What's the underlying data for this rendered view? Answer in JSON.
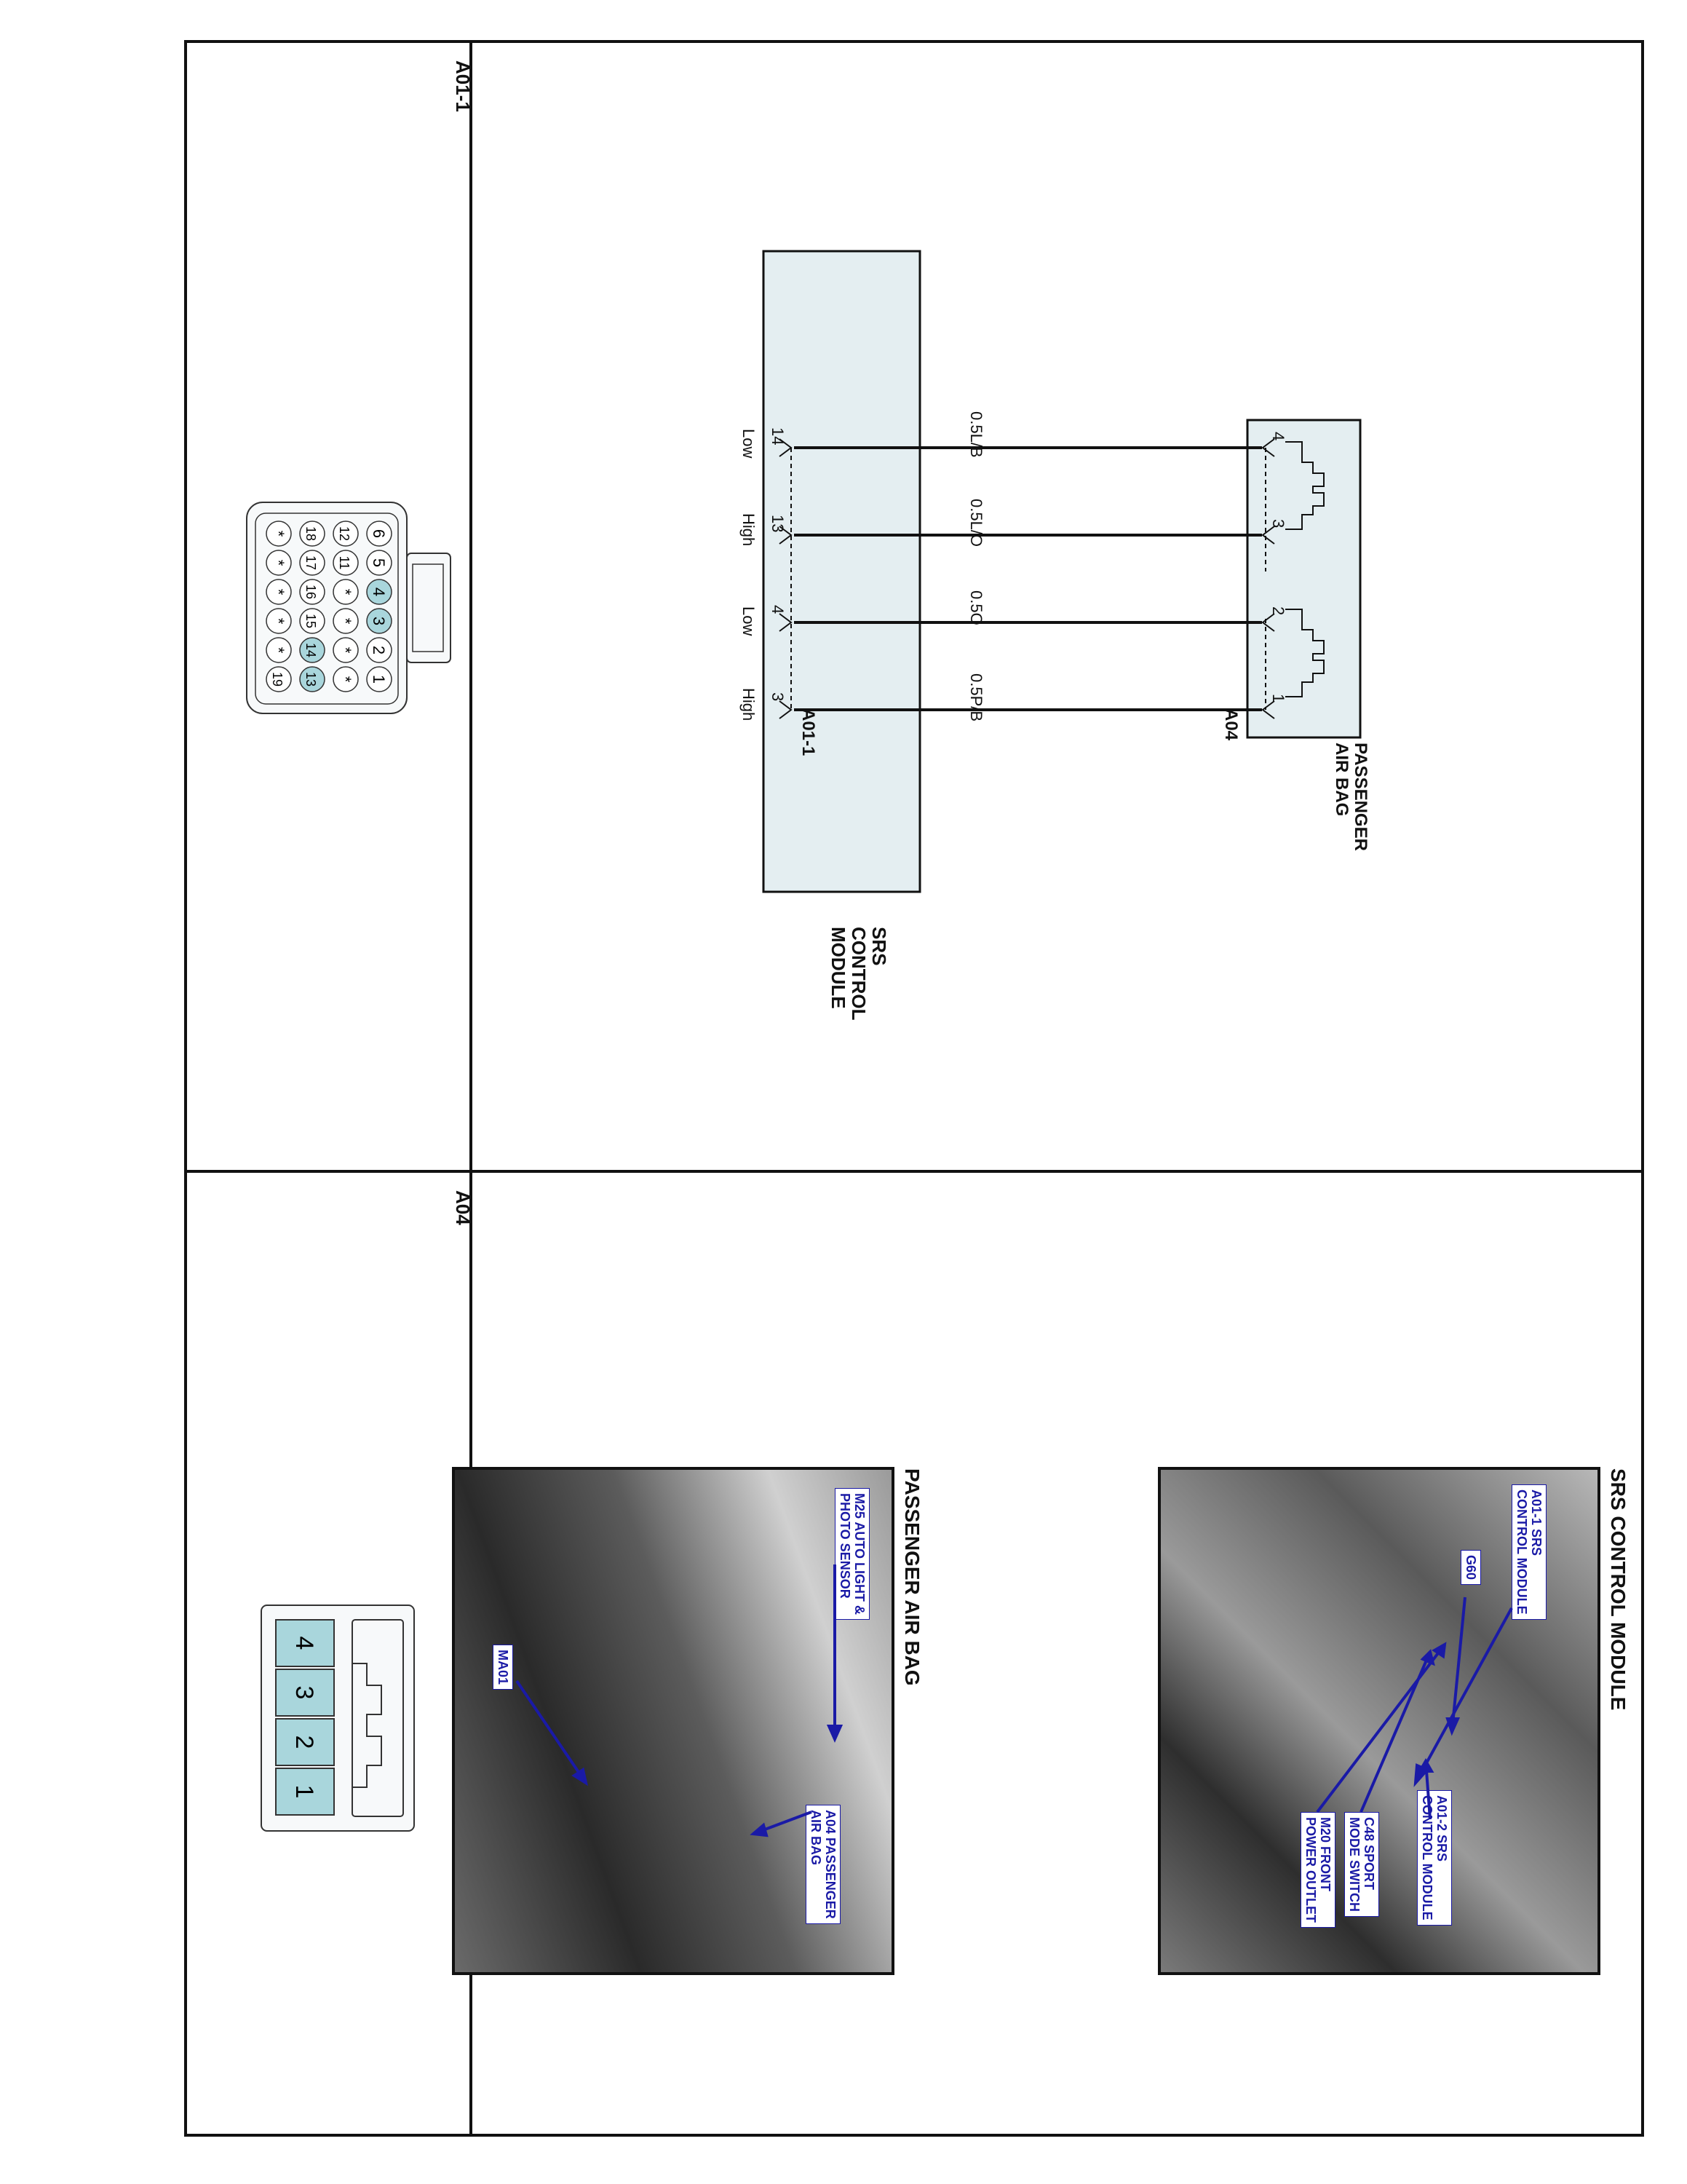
{
  "connectors": [
    {
      "id": "A01-1"
    },
    {
      "id": "A04"
    }
  ],
  "schematic": {
    "passenger_air_bag": {
      "name": "PASSENGER\nAIR BAG",
      "connector": "A04",
      "pins": [
        "4",
        "3",
        "2",
        "1"
      ]
    },
    "srs_module": {
      "name": "SRS\nCONTROL\nMODULE",
      "connector": "A01-1",
      "pins": [
        "14",
        "13",
        "4",
        "3"
      ]
    },
    "wires": [
      {
        "color": "0.5L/B",
        "level": "Low"
      },
      {
        "color": "0.5L/O",
        "level": "High"
      },
      {
        "color": "0.5O",
        "level": "Low"
      },
      {
        "color": "0.5P/B",
        "level": "High"
      }
    ]
  },
  "a01_face": {
    "row1": [
      "6",
      "5",
      "4",
      "3",
      "2",
      "1"
    ],
    "row2": [
      "12",
      "11",
      "*",
      "*",
      "*",
      "*"
    ],
    "row3": [
      "18",
      "17",
      "16",
      "15",
      "14",
      "13"
    ],
    "row4": [
      "*",
      "*",
      "*",
      "*",
      "*",
      "19"
    ],
    "highlight": [
      "4",
      "3",
      "14",
      "13"
    ]
  },
  "a04_face": {
    "pins": [
      "4",
      "3",
      "2",
      "1"
    ]
  },
  "photos": {
    "srs": {
      "title": "SRS CONTROL MODULE",
      "callouts": [
        "A01-1 SRS\nCONTROL MODULE",
        "G60",
        "A01-2 SRS\nCONTROL MODULE",
        "C48 SPORT\nMODE SWITCH",
        "M20 FRONT\nPOWER OUTLET"
      ]
    },
    "pab": {
      "title": "PASSENGER AIR BAG",
      "callouts": [
        "M25 AUTO LIGHT &\nPHOTO SENSOR",
        "MA01",
        "A04 PASSENGER\nAIR BAG"
      ]
    }
  },
  "colors": {
    "module_fill": "#e4eef1",
    "pin_highlight": "#a9d6dc",
    "callout_text": "#1a1aa6"
  }
}
